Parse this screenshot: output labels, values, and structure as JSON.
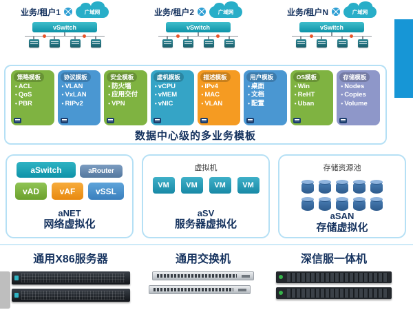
{
  "colors": {
    "navy": "#16335f",
    "teal": "#12a3b4",
    "green": "#7fb341",
    "blue": "#4a97d2",
    "orange": "#f59b22",
    "purple": "#8e97c9",
    "cyan": "#35a4c6",
    "slate": "#54789f",
    "stripe_blue": "#1796d6",
    "panel_border": "#b5e0f5"
  },
  "tenants": [
    {
      "label": "业务/租户1",
      "cloud": "广域网",
      "vswitch": "vSwitch"
    },
    {
      "label": "业务/租户2",
      "cloud": "广域网",
      "vswitch": "vSwitch"
    },
    {
      "label": "业务/租户N",
      "cloud": "广域网",
      "vswitch": "vSwitch"
    }
  ],
  "templates": {
    "title": "数据中心级的多业务模板",
    "cards": [
      {
        "name": "策略模板",
        "color": "#7fb341",
        "items": [
          "ACL",
          "QoS",
          "PBR"
        ]
      },
      {
        "name": "协议模板",
        "color": "#4a97d2",
        "items": [
          "VLAN",
          "VxLAN",
          "RIPv2"
        ]
      },
      {
        "name": "安全模板",
        "color": "#7fb341",
        "items": [
          "防火墙",
          "应用交付",
          "VPN"
        ]
      },
      {
        "name": "虚机模板",
        "color": "#35a4c6",
        "items": [
          "vCPU",
          "vMEM",
          "vNIC"
        ]
      },
      {
        "name": "描述模板",
        "color": "#f59b22",
        "items": [
          "IPv4",
          "MAC",
          "VLAN"
        ]
      },
      {
        "name": "用户模板",
        "color": "#4a97d2",
        "items": [
          "桌面",
          "文档",
          "配置"
        ]
      },
      {
        "name": "OS模板",
        "color": "#7fb341",
        "items": [
          "Win",
          "ReHT",
          "Uban"
        ]
      },
      {
        "name": "存储模板",
        "color": "#8e97c9",
        "items": [
          "Nodes",
          "Copies",
          "Volume"
        ]
      }
    ]
  },
  "virt": {
    "anet": {
      "boxes": {
        "aswitch": "aSwitch",
        "arouter": "aRouter",
        "vad": "vAD",
        "vaf": "vAF",
        "vssl": "vSSL"
      },
      "code": "aNET",
      "label": "网络虚拟化"
    },
    "asv": {
      "header": "虚拟机",
      "vm": "VM",
      "code": "aSV",
      "label": "服务器虚拟化"
    },
    "asan": {
      "header": "存储资源池",
      "code": "aSAN",
      "label": "存储虚拟化"
    }
  },
  "hardware": [
    {
      "label": "通用X86服务器"
    },
    {
      "label": "通用交换机"
    },
    {
      "label": "深信服一体机"
    }
  ]
}
